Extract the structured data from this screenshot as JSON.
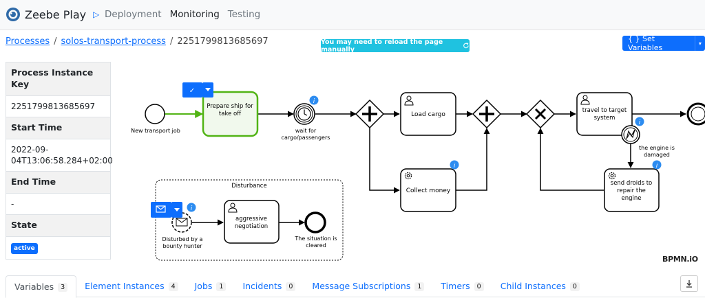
{
  "app": {
    "name": "Zeebe Play",
    "play_icon": "play-icon"
  },
  "nav": {
    "items": [
      "Deployment",
      "Monitoring",
      "Testing"
    ],
    "active": "Monitoring"
  },
  "breadcrumb": {
    "processes": "Processes",
    "process": "solos-transport-process",
    "instance": "2251799813685697",
    "separator": "/"
  },
  "alert": {
    "text": "You may need to reload the page manually"
  },
  "set_variables": {
    "label": "{ } Set Variables"
  },
  "instance_info": {
    "key_label": "Process Instance Key",
    "key_value": "2251799813685697",
    "start_label": "Start Time",
    "start_value": "2022-09-04T13:06:58.284+02:00",
    "end_label": "End Time",
    "end_value": "-",
    "state_label": "State",
    "state_value": "active"
  },
  "diagram": {
    "start_event": "New transport job",
    "prepare_ship": "Prepare ship for take off",
    "wait_event": [
      "wait for",
      "cargo/passengers"
    ],
    "load_cargo": "Load cargo",
    "collect_money": "Collect money",
    "travel": [
      "travel to target",
      "system"
    ],
    "engine_error": [
      "the engine is",
      "damaged"
    ],
    "send_droids": [
      "send droids to",
      "repair the",
      "engine"
    ],
    "subprocess": "Disturbance",
    "disturbed": [
      "Disturbed by a",
      "bounty hunter"
    ],
    "negotiation": [
      "aggressive",
      "negotiation"
    ],
    "cleared": [
      "The situation is",
      "cleared"
    ],
    "info_glyph": "i",
    "check_glyph": "✓",
    "caret_glyph": "▾"
  },
  "watermark": "BPMN.iO",
  "tabs": [
    {
      "label": "Variables",
      "count": "3"
    },
    {
      "label": "Element Instances",
      "count": "4"
    },
    {
      "label": "Jobs",
      "count": "1"
    },
    {
      "label": "Incidents",
      "count": "0"
    },
    {
      "label": "Message Subscriptions",
      "count": "1"
    },
    {
      "label": "Timers",
      "count": "0"
    },
    {
      "label": "Child Instances",
      "count": "0"
    }
  ],
  "colors": {
    "primary": "#0d6efd",
    "active_green": "#52b415",
    "info_blue": "#2d8cf0",
    "alert_cyan": "#1fc2e0"
  }
}
